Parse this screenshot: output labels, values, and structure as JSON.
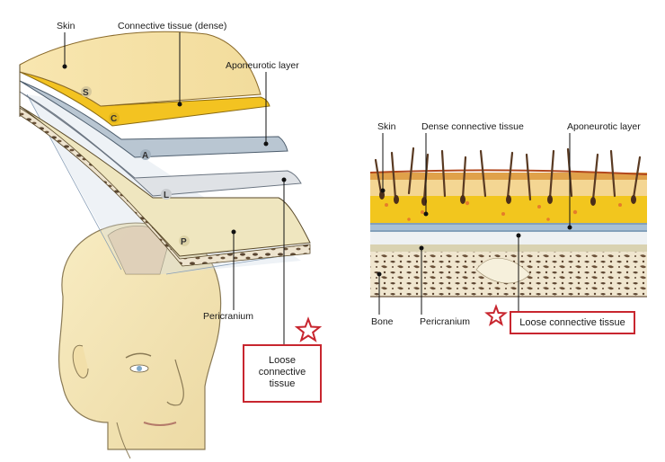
{
  "left_diagram": {
    "labels": {
      "skin": "Skin",
      "connective_dense": "Connective tissue (dense)",
      "aponeurotic": "Aponeurotic layer",
      "pericranium": "Pericranium"
    },
    "layer_markers": [
      "S",
      "C",
      "A",
      "L",
      "P"
    ],
    "highlight_box": "Loose\nconnective\ntissue"
  },
  "right_diagram": {
    "labels": {
      "skin": "Skin",
      "dense_connective": "Dense connective tissue",
      "aponeurotic": "Aponeurotic layer",
      "bone": "Bone",
      "pericranium": "Pericranium"
    },
    "highlight_box": "Loose connective tissue"
  },
  "colors": {
    "highlight_red": "#c8262f",
    "skin_layer": "#f6e3a6",
    "dense_layer": "#f3c321",
    "aponeurotic_layer": "#b9c6d2",
    "loose_layer": "#dde0e3",
    "pericranium_layer": "#f0e7bf"
  },
  "icons": [
    "star-icon-left",
    "star-icon-right"
  ]
}
